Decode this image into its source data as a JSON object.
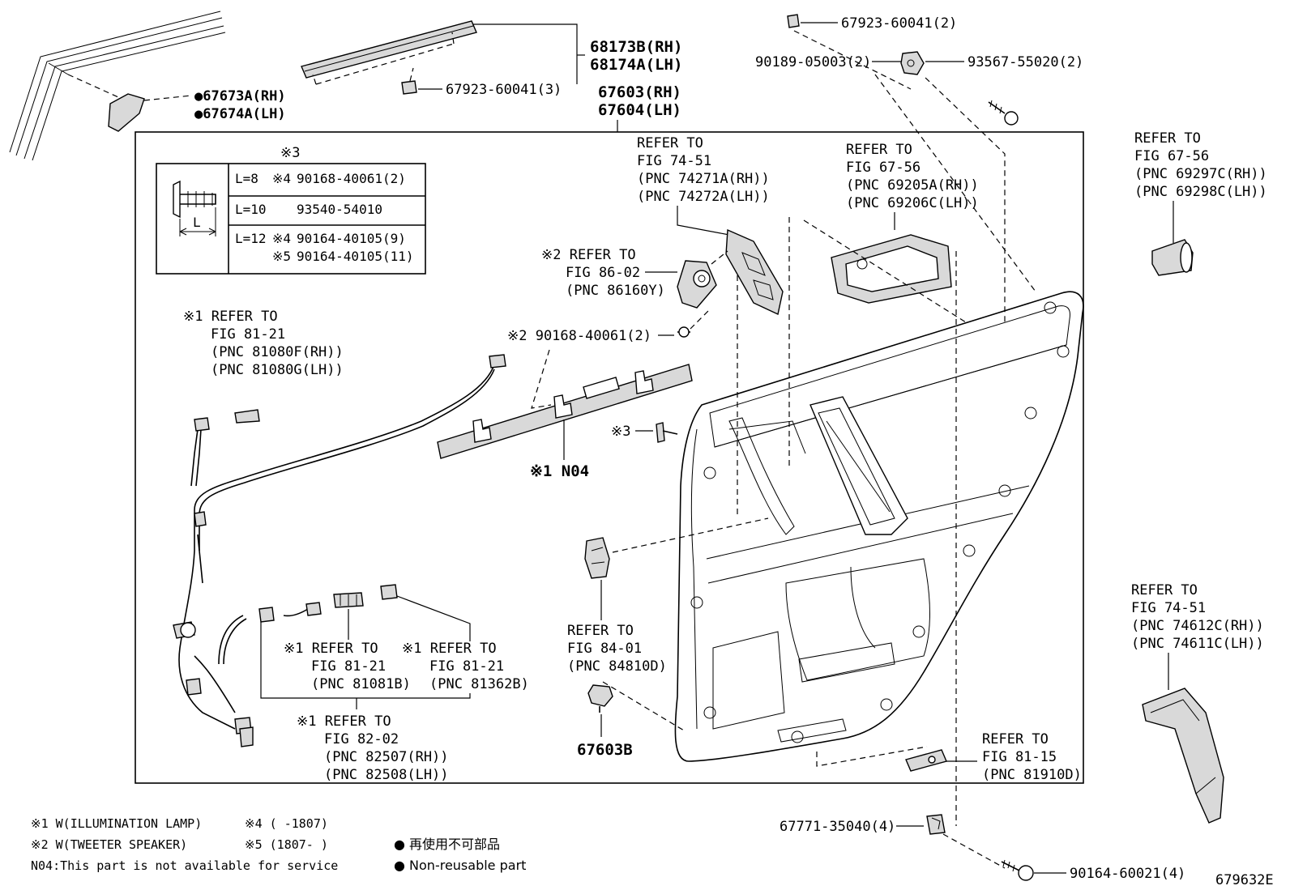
{
  "diagram_code": "679632E",
  "upper_parts": {
    "weatherstrip_rh": "68173B(RH)",
    "weatherstrip_lh": "68174A(LH)",
    "clip_3": "67923-60041(3)",
    "clip_2": "67923-60041(2)",
    "panel_rh": "67603(RH)",
    "panel_lh": "67604(LH)",
    "garnish_rh": "●67673A(RH)",
    "garnish_lh": "●67674A(LH)",
    "nut": "90189-05003(2)",
    "screw": "93567-55020(2)"
  },
  "clip_table": {
    "header": "※3",
    "dim_label": "L",
    "rows": [
      {
        "length": "L=8",
        "note": "※4",
        "part": "90168-40061(2)"
      },
      {
        "length": "L=10",
        "note": "",
        "part": "93540-54010"
      },
      {
        "length": "L=12",
        "note": "※4",
        "part": "90164-40105(9)"
      },
      {
        "length": "",
        "note": "※5",
        "part": "90164-40105(11)"
      }
    ]
  },
  "refs": {
    "switch_bezel": [
      "REFER TO",
      "FIG 74-51",
      "(PNC 74271A(RH))",
      "(PNC 74272A(LH))"
    ],
    "inside_handle": [
      "REFER TO",
      "FIG 67-56",
      "(PNC 69205A(RH))",
      "(PNC 69206C(LH))"
    ],
    "handle_cover": [
      "REFER TO",
      "FIG 67-56",
      "(PNC 69297C(RH))",
      "(PNC 69298C(LH))"
    ],
    "tweeter": [
      "※2 REFER TO",
      "FIG 86-02",
      "(PNC 86160Y)"
    ],
    "tweeter_screw": "※2 90168-40061(2)",
    "lamp_upper": [
      "※1 REFER TO",
      "FIG 81-21",
      "(PNC 81080F(RH))",
      "(PNC 81080G(LH))"
    ],
    "clip_marker": "※3",
    "n04": "※1 N04",
    "lamp_81081b": [
      "※1 REFER TO",
      "FIG 81-21",
      "(PNC 81081B)"
    ],
    "lamp_81362b": [
      "※1 REFER TO",
      "FIG 81-21",
      "(PNC 81362B)"
    ],
    "wire": [
      "※1 REFER TO",
      "FIG 82-02",
      "(PNC 82507(RH))",
      "(PNC 82508(LH))"
    ],
    "reflector": [
      "REFER TO",
      "FIG 84-01",
      "(PNC 84810D)"
    ],
    "clip_67603b": "67603B",
    "courtesy_lamp": [
      "REFER TO",
      "FIG 81-15",
      "(PNC 81910D)"
    ],
    "armrest": [
      "REFER TO",
      "FIG 74-51",
      "(PNC 74612C(RH))",
      "(PNC 74611C(LH))"
    ]
  },
  "lower_parts": {
    "clip_4": "67771-35040(4)",
    "screw_4": "90164-60021(4)"
  },
  "footnotes": {
    "n1": "※1 W(ILLUMINATION LAMP)",
    "n2": "※2 W(TWEETER SPEAKER)",
    "n4": "※4 (     -1807)",
    "n5": "※5 (1807-     )",
    "n04": "N04:This part is not available for service",
    "jp": "● 再使用不可部品",
    "en": "● Non-reusable part"
  }
}
